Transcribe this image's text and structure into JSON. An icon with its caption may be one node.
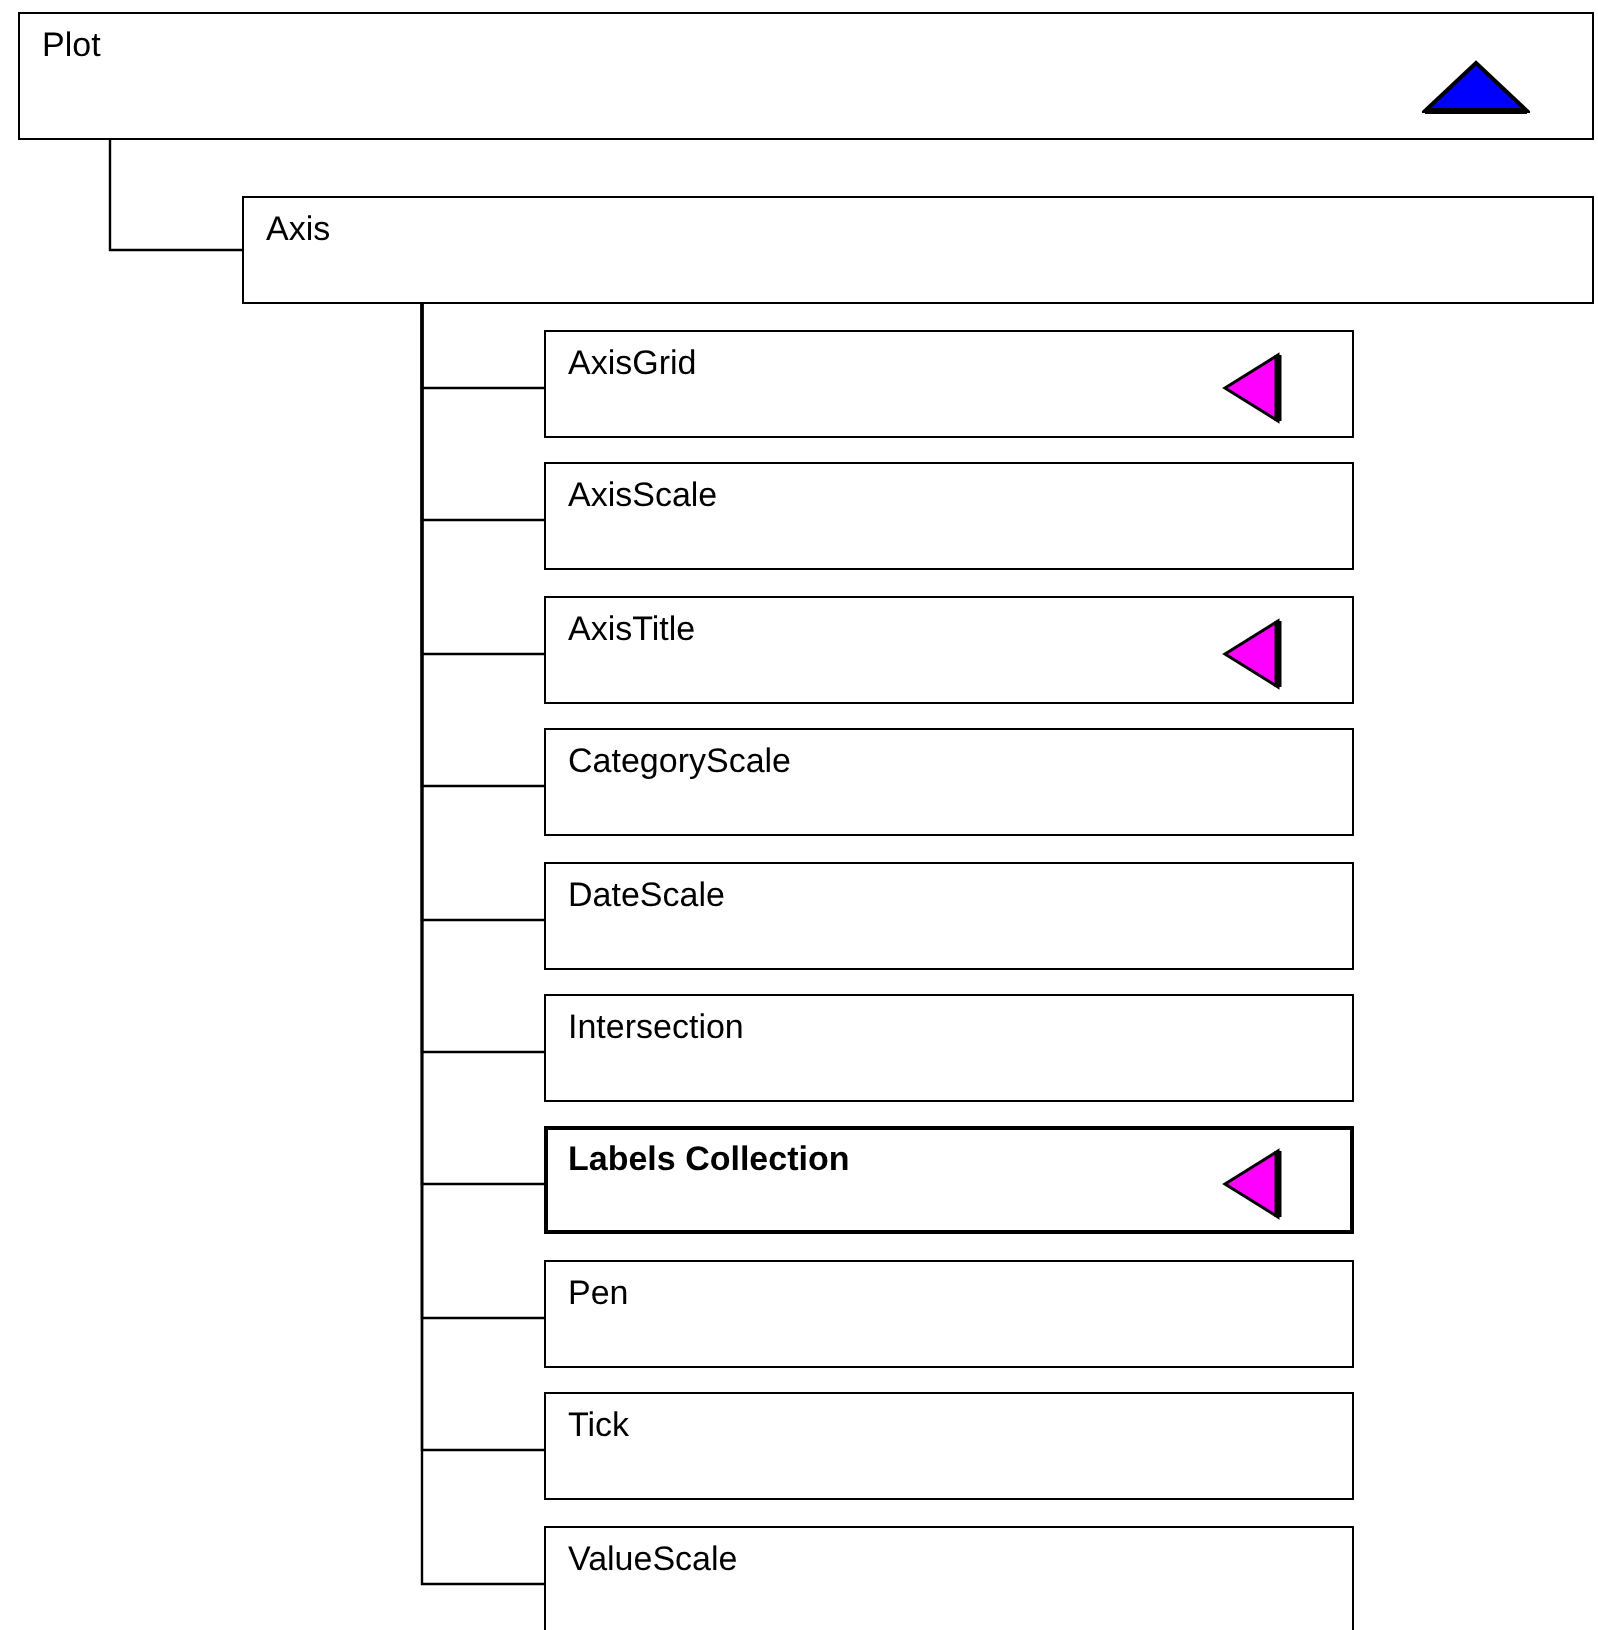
{
  "diagram": {
    "nodes": [
      {
        "text": [
          "Plot"
        ]
      },
      {
        "text": [
          "Axis"
        ]
      },
      {
        "text": [
          "AxisGrid"
        ]
      },
      {
        "text": [
          "AxisScale"
        ]
      },
      {
        "text": [
          "AxisTitle"
        ]
      },
      {
        "text": [
          "CategoryScale"
        ]
      },
      {
        "text": [
          "DateScale"
        ]
      },
      {
        "text": [
          "Intersection"
        ]
      },
      {
        "text": [
          "Labels Collection"
        ]
      },
      {
        "text": [
          "Pen"
        ]
      },
      {
        "text": [
          "Tick"
        ]
      },
      {
        "text": [
          "ValueScale"
        ]
      }
    ],
    "edges": [
      {
        "from": 0,
        "to": 1,
        "arrow": "none"
      },
      {
        "from": 1,
        "to": 2,
        "arrow": "none"
      },
      {
        "from": 1,
        "to": 3,
        "arrow": "none"
      },
      {
        "from": 1,
        "to": 4,
        "arrow": "none"
      },
      {
        "from": 1,
        "to": 5,
        "arrow": "none"
      },
      {
        "from": 1,
        "to": 6,
        "arrow": "none"
      },
      {
        "from": 1,
        "to": 7,
        "arrow": "none"
      },
      {
        "from": 1,
        "to": 8,
        "arrow": "none"
      },
      {
        "from": 1,
        "to": 9,
        "arrow": "none"
      },
      {
        "from": 1,
        "to": 10,
        "arrow": "none"
      },
      {
        "from": 1,
        "to": 11,
        "arrow": "none"
      }
    ]
  }
}
